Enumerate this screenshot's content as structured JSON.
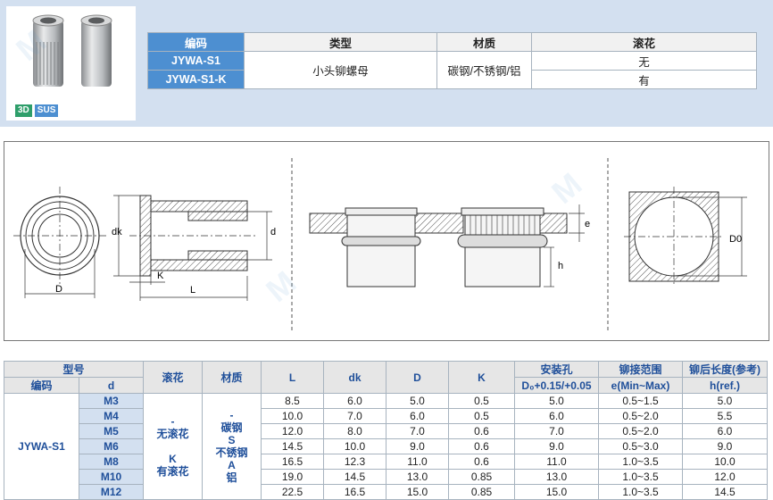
{
  "badges": {
    "three_d": "3D",
    "sus": "SUS"
  },
  "header_table": {
    "columns": [
      "编码",
      "类型",
      "材质",
      "滚花"
    ],
    "rows": [
      {
        "code": "JYWA-S1",
        "knurl": "无"
      },
      {
        "code": "JYWA-S1-K",
        "knurl": "有"
      }
    ],
    "type": "小头铆螺母",
    "material": "碳钢/不锈钢/铝"
  },
  "drawing_labels": {
    "D": "D",
    "dk": "dk",
    "d": "d",
    "K": "K",
    "L": "L",
    "e": "e",
    "h": "h",
    "D0": "D0"
  },
  "spec_table": {
    "group_header": "型号",
    "sub_headers": {
      "code": "编码",
      "d": "d"
    },
    "headers": {
      "knurl": "滚花",
      "material": "材质",
      "L": "L",
      "dk": "dk",
      "D": "D",
      "K": "K",
      "hole": "安装孔",
      "hole_sub": "D₀+0.15/+0.05",
      "grip": "铆接范围",
      "grip_sub": "e(Min~Max)",
      "height": "铆后长度(参考)",
      "height_sub": "h(ref.)"
    },
    "code": "JYWA-S1",
    "knurl_lines": [
      "-",
      "无滚花",
      "",
      "K",
      "有滚花"
    ],
    "material_lines": [
      "-",
      "碳钢",
      "S",
      "不锈钢",
      "A",
      "铝"
    ],
    "rows": [
      {
        "d": "M3",
        "L": "8.5",
        "dk": "6.0",
        "D": "5.0",
        "K": "0.5",
        "hole": "5.0",
        "grip": "0.5~1.5",
        "h": "5.0"
      },
      {
        "d": "M4",
        "L": "10.0",
        "dk": "7.0",
        "D": "6.0",
        "K": "0.5",
        "hole": "6.0",
        "grip": "0.5~2.0",
        "h": "5.5"
      },
      {
        "d": "M5",
        "L": "12.0",
        "dk": "8.0",
        "D": "7.0",
        "K": "0.6",
        "hole": "7.0",
        "grip": "0.5~2.0",
        "h": "6.0"
      },
      {
        "d": "M6",
        "L": "14.5",
        "dk": "10.0",
        "D": "9.0",
        "K": "0.6",
        "hole": "9.0",
        "grip": "0.5~3.0",
        "h": "9.0"
      },
      {
        "d": "M8",
        "L": "16.5",
        "dk": "12.3",
        "D": "11.0",
        "K": "0.6",
        "hole": "11.0",
        "grip": "1.0~3.5",
        "h": "10.0"
      },
      {
        "d": "M10",
        "L": "19.0",
        "dk": "14.5",
        "D": "13.0",
        "K": "0.85",
        "hole": "13.0",
        "grip": "1.0~3.5",
        "h": "12.0"
      },
      {
        "d": "M12",
        "L": "22.5",
        "dk": "16.5",
        "D": "15.0",
        "K": "0.85",
        "hole": "15.0",
        "grip": "1.0~3.5",
        "h": "14.5"
      }
    ]
  }
}
